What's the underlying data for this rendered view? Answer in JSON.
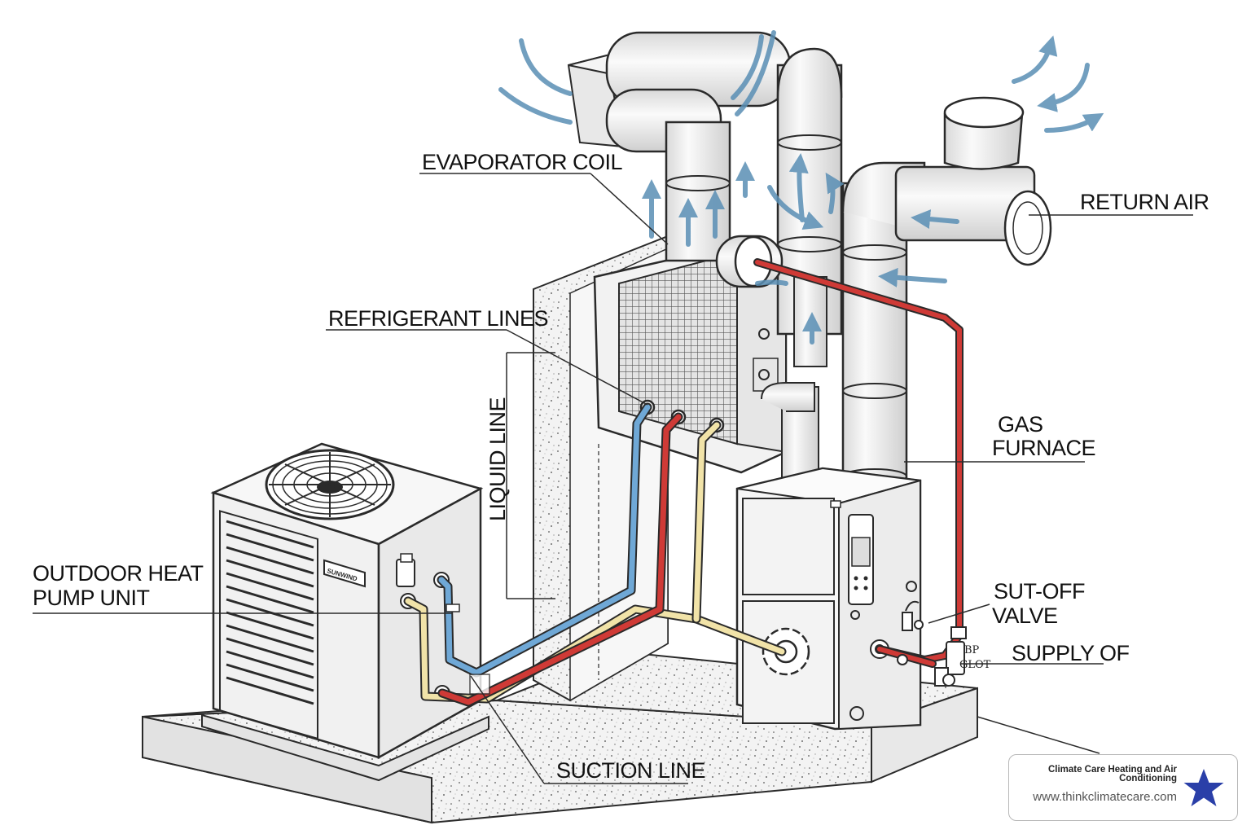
{
  "labels": {
    "evaporator_coil": "EVAPORATOR COIL",
    "return_air": "RETURN AIR",
    "refrigerant_lines": "REFRIGERANT LINES",
    "liquid_line": "LIQUID LINE",
    "gas_furnace_1": "GAS",
    "gas_furnace_2": "FURNACE",
    "outdoor_unit_1": "OUTDOOR HEAT",
    "outdoor_unit_2": "PUMP UNIT",
    "shutoff_valve_1": "SUT-OFF",
    "shutoff_valve_2": "VALVE",
    "supply": "SUPPLY OF",
    "suction_line": "SUCTION LINE",
    "valve_tag_1": "BP",
    "valve_tag_2": "GLOT",
    "unit_brand": "SUNWIND"
  },
  "badge": {
    "company": "Climate Care Heating and Air Conditioning",
    "url": "www.thinkclimatecare.com"
  },
  "colors": {
    "ink": "#2a2a2a",
    "airflow": "#5a8fb5",
    "liquid_line": "#6fa8d6",
    "hot_line": "#cf3a36",
    "suction_line": "#f1e3a8",
    "star": "#2a3fa8"
  }
}
